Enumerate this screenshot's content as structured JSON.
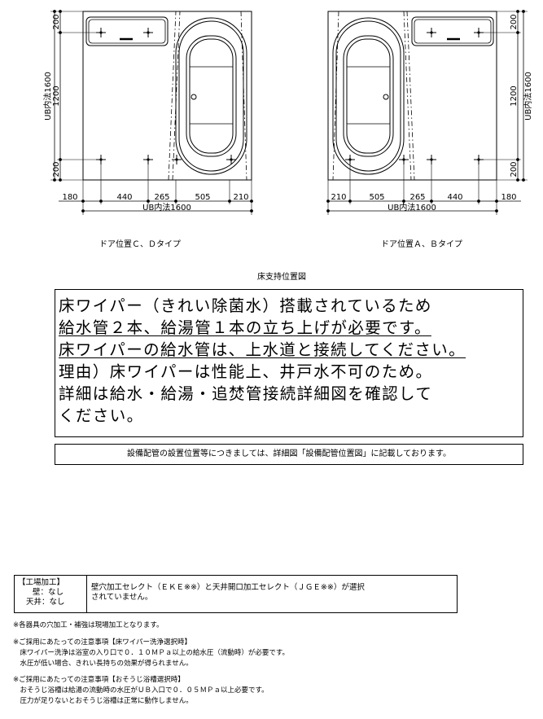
{
  "dims": {
    "left": {
      "v_total": "UB内法1600",
      "v_parts": [
        "200",
        "1200",
        "200"
      ],
      "h_parts": [
        "180",
        "440",
        "265",
        "505",
        "210"
      ],
      "h_total": "UB内法1600"
    },
    "right": {
      "v_total": "UB内法1600",
      "v_parts": [
        "200",
        "1200",
        "200"
      ],
      "h_parts": [
        "210",
        "505",
        "265",
        "440",
        "180"
      ],
      "h_total": "UB内法1600"
    }
  },
  "captions": {
    "left": "ドア位置Ｃ、Ｄタイプ",
    "right": "ドア位置Ａ、Ｂタイプ",
    "title": "床支持位置図"
  },
  "notice": {
    "line1": "床ワイパー（きれい除菌水）搭載されているため",
    "line2": "給水管２本、給湯管１本の立ち上げが必要です。",
    "line3": "床ワイパーの給水管は、上水道と接続してください。",
    "line4": "理由）床ワイパーは性能上、井戸水不可のため。",
    "line5": "詳細は給水・給湯・追焚管接続詳細図を確認して",
    "line6": "ください。"
  },
  "reference": "設備配管の設置位置等につきましては、詳細図「設備配管位置図」に記載しております。",
  "factory": {
    "heading": "【工場加工】",
    "wall": "壁：なし",
    "ceiling": "天井：なし",
    "desc1": "壁穴加工セレクト（ＥＫＥ※※）と天井開口加工セレクト（ＪＧＥ※※）が選択",
    "desc2": "されていません。"
  },
  "notes": [
    "※各器具の穴加工・補強は現場加工となります。",
    "※ご採用にあたっての注意事項【床ワイパー洗浄選択時】",
    "　床ワイパー洗浄は浴室の入り口で０．１０ＭＰａ以上の給水圧（流動時）が必要です。",
    "　水圧が低い場合、きれい長持ちの効果が得られません。",
    "※ご採用にあたっての注意事項【おそうじ浴槽選択時】",
    "　おそうじ浴槽は給湯の流動時の水圧がＵＢ入口で０．０５ＭＰａ以上必要です。",
    "　圧力が足りないとおそうじ浴槽は正常に動作しません。"
  ]
}
